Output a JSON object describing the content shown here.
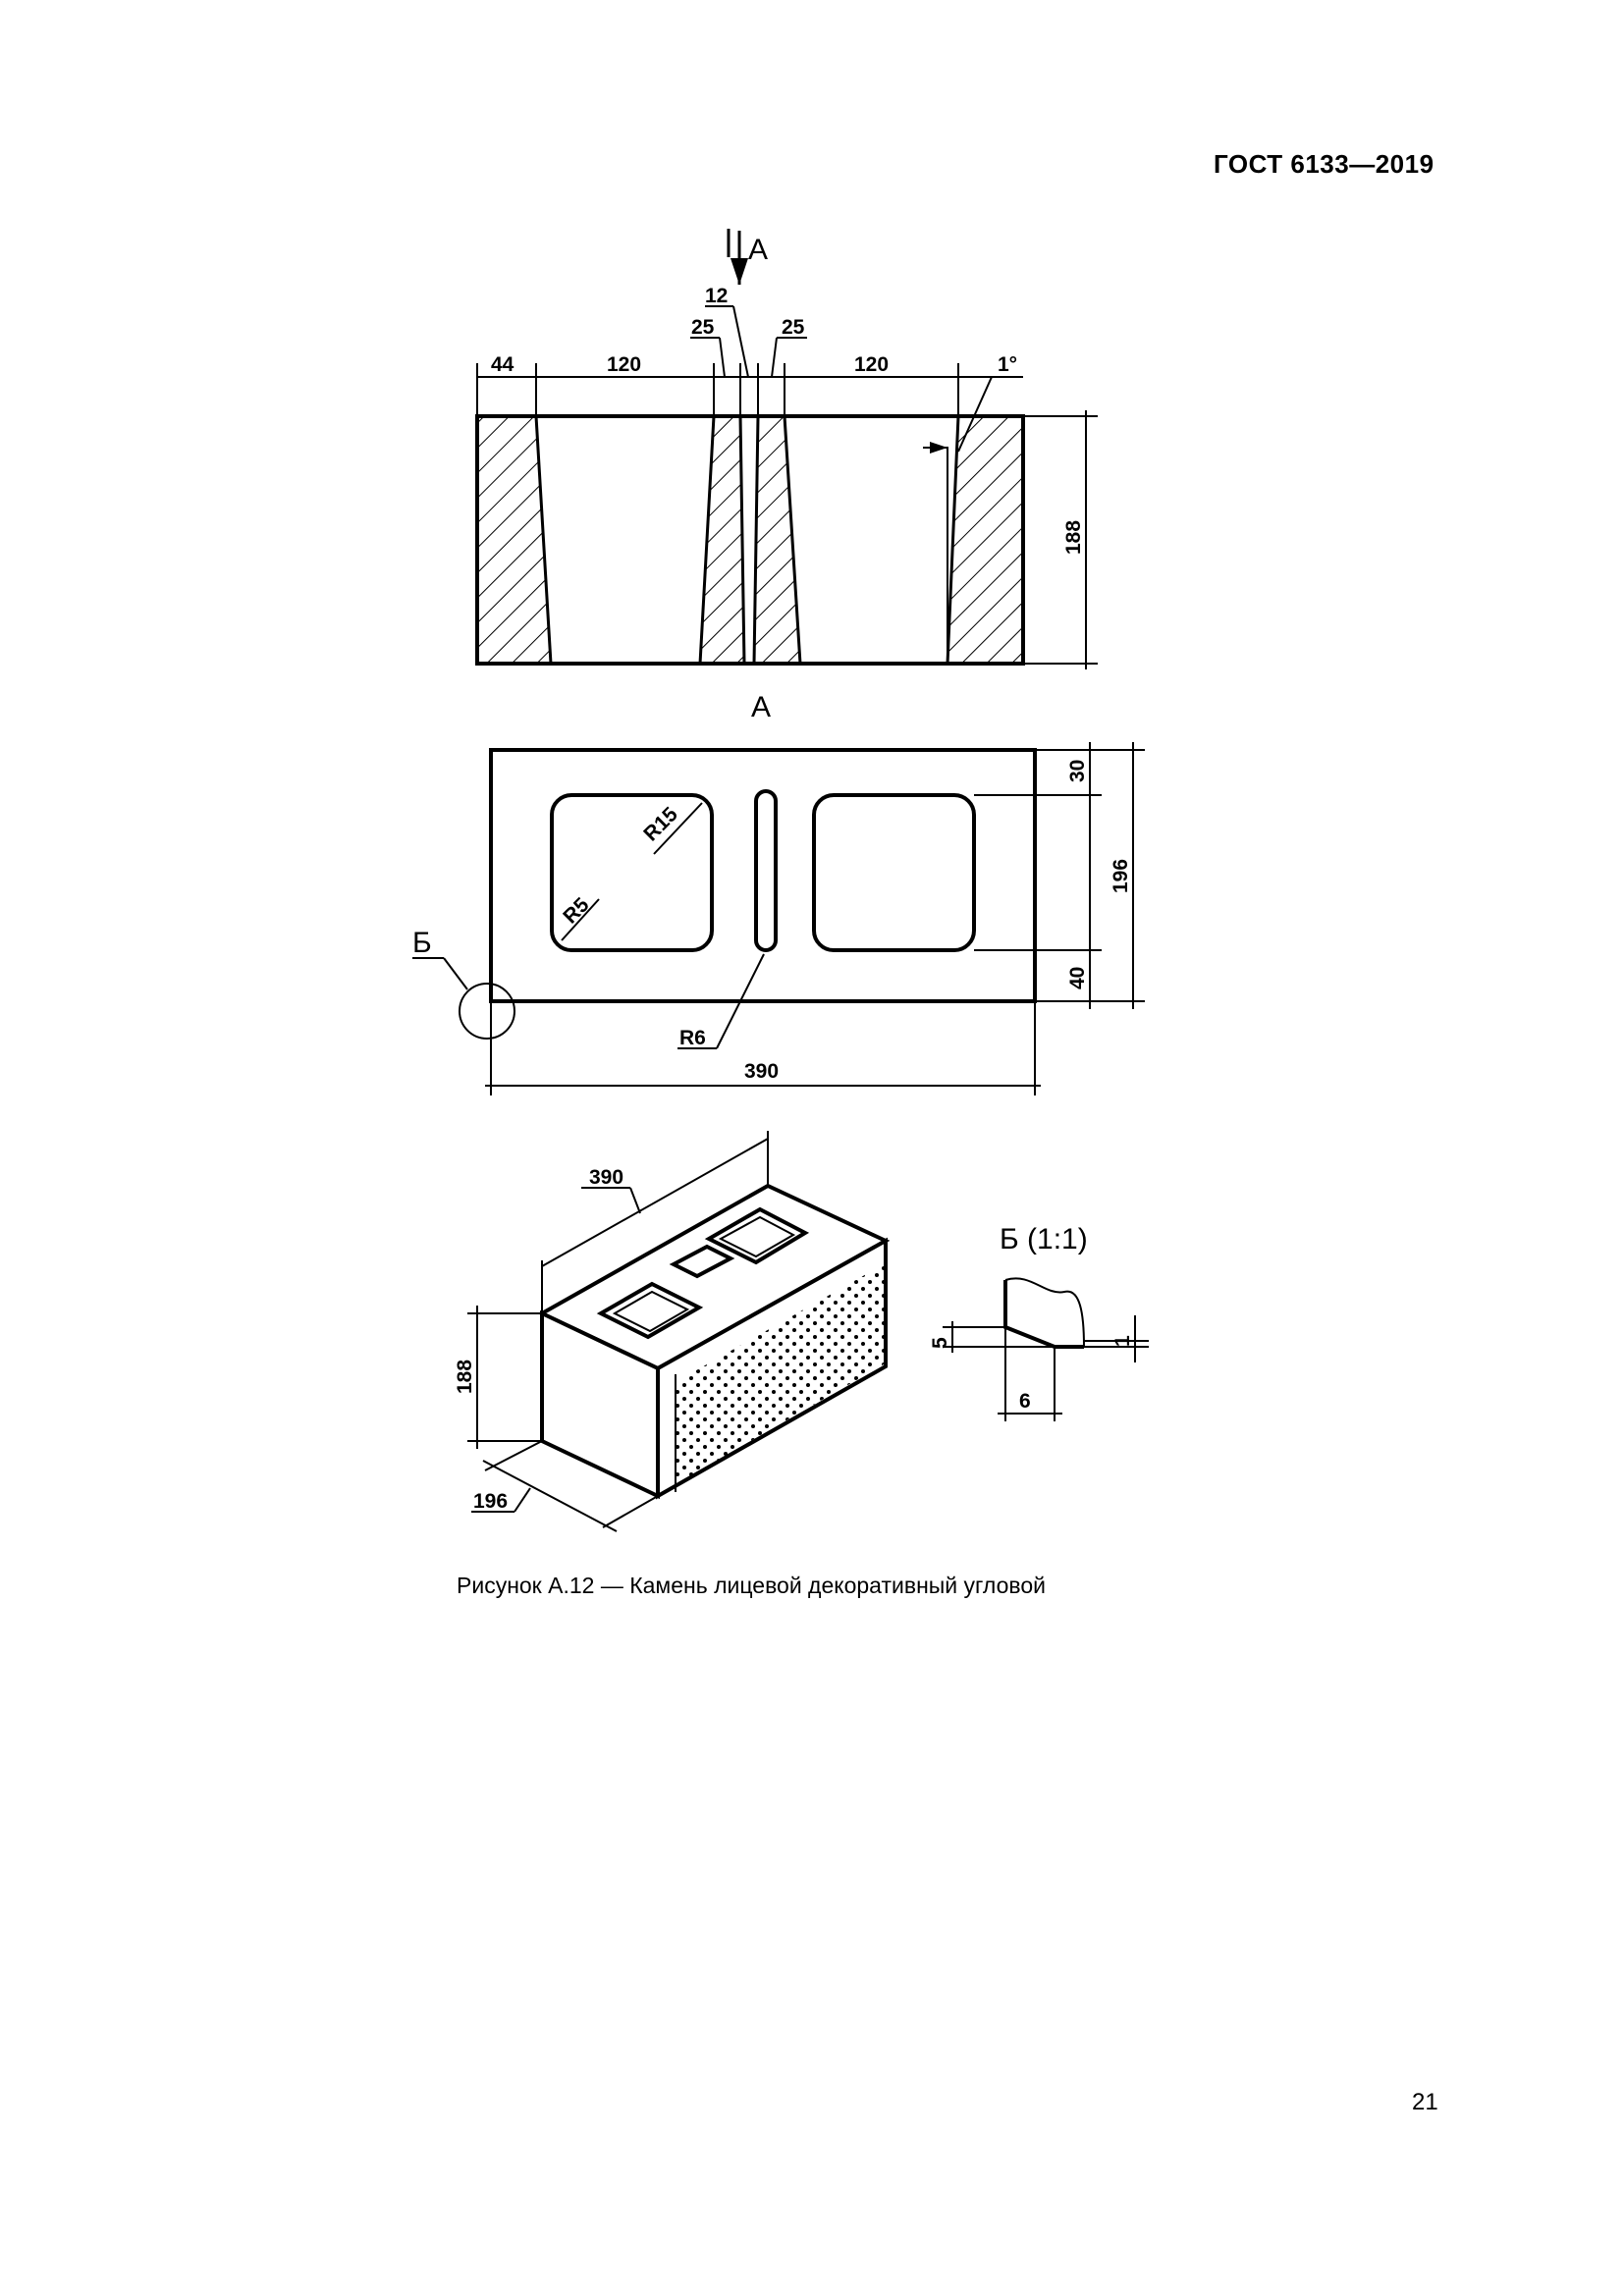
{
  "header": {
    "doc_code": "ГОСТ 6133—2019"
  },
  "figure": {
    "section_view": {
      "arrow_label": "А",
      "dims": {
        "d44": "44",
        "d120a": "120",
        "d25a": "25",
        "d12": "12",
        "d25b": "25",
        "d120b": "120",
        "angle": "1°",
        "height": "188"
      }
    },
    "plan_view": {
      "title": "А",
      "dims": {
        "r15": "R15",
        "r5": "R5",
        "r6": "R6",
        "d30": "30",
        "d196": "196",
        "d40": "40",
        "d390": "390"
      },
      "detail_marker": "Б"
    },
    "iso_view": {
      "dims": {
        "d390": "390",
        "d188": "188",
        "d196": "196"
      }
    },
    "detail_view": {
      "title": "Б (1:1)",
      "dims": {
        "d5": "5",
        "d1": "1",
        "d6": "6"
      }
    },
    "caption": "Рисунок А.12 — Камень лицевой декоративный угловой"
  },
  "page_number": "21"
}
